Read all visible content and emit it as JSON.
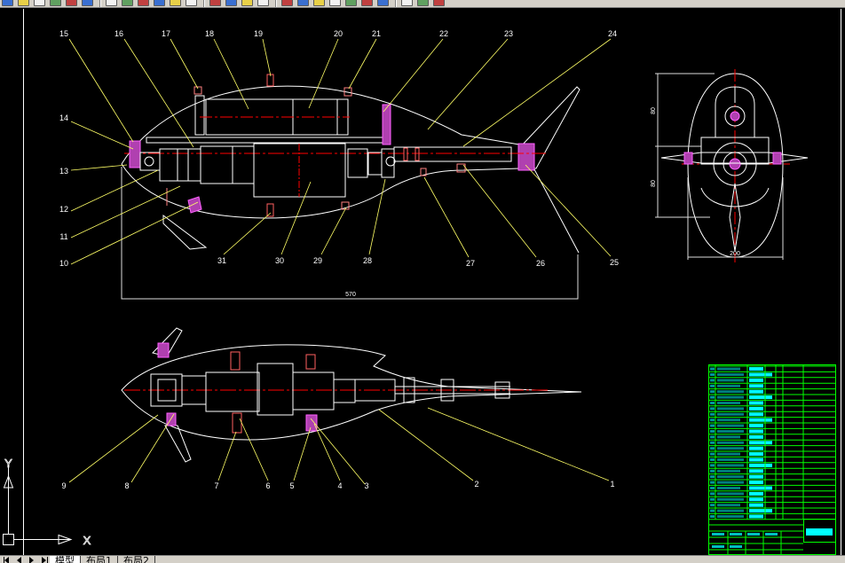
{
  "toolbar": {
    "icons": [
      "new-icon",
      "open-icon",
      "save-icon",
      "plot-icon",
      "plot-preview-icon",
      "publish-icon",
      "cut-icon",
      "copy-icon",
      "paste-icon",
      "match-properties-icon",
      "undo-icon",
      "redo-icon",
      "pan-icon",
      "zoom-realtime-icon",
      "zoom-window-icon",
      "zoom-previous-icon",
      "properties-icon",
      "design-center-icon",
      "tool-palettes-icon",
      "sheet-set-icon",
      "markup-icon",
      "calculator-icon",
      "help-icon",
      "layer-properties-icon",
      "layer-state-icon",
      "layer-previous-icon"
    ]
  },
  "layout_nav_icons": [
    "first-layout-icon",
    "previous-layout-icon",
    "next-layout-icon",
    "last-layout-icon"
  ],
  "layout_tabs": {
    "model": "模型",
    "layout1": "布局1",
    "layout2": "布局2"
  },
  "drawing": {
    "callouts": {
      "n1": "1",
      "n2": "2",
      "n3": "3",
      "n4": "4",
      "n5": "5",
      "n6": "6",
      "n7": "7",
      "n8": "8",
      "n9": "9",
      "n10": "10",
      "n11": "11",
      "n12": "12",
      "n13": "13",
      "n14": "14",
      "n15": "15",
      "n16": "16",
      "n17": "17",
      "n18": "18",
      "n19": "19",
      "n20": "20",
      "n21": "21",
      "n22": "22",
      "n23": "23",
      "n24": "24",
      "n25": "25",
      "n26": "26",
      "n27": "27",
      "n28": "28",
      "n29": "29",
      "n30": "30",
      "n31": "31"
    },
    "dimensions": {
      "overall_length": "570",
      "upper_height": "80",
      "lower_height": "80",
      "overall_width": "200"
    }
  },
  "ucs": {
    "x_axis": "X",
    "y_axis": "Y"
  },
  "colors": {
    "background": "#000000",
    "outline": "#ffffff",
    "centerline": "#ff0000",
    "leader": "#ffff66",
    "hatch": "#b040b0",
    "title_block_lines": "#00ff00",
    "title_block_text": "#00ffff",
    "ui_chrome": "#d4d0c8"
  }
}
